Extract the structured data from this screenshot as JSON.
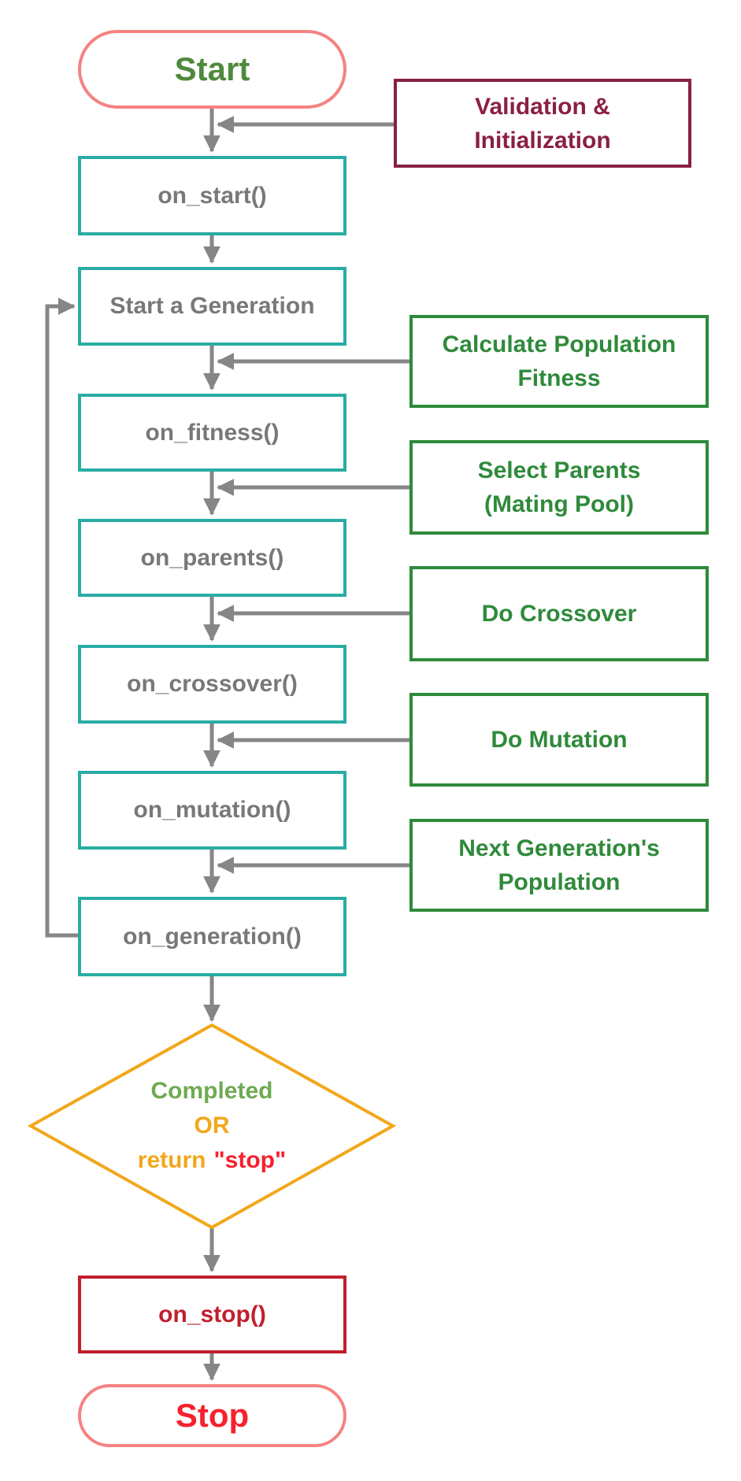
{
  "colors": {
    "teal_border": "#29ACA4",
    "gray_text": "#787878",
    "arrow_gray": "#868686",
    "pink_border": "#F58282",
    "green_text": "#4E8A3C",
    "green_box": "#2F8A3B",
    "maroon": "#8A1F45",
    "orange": "#F2A71B",
    "light_green": "#6FAA52",
    "red": "#F6212E",
    "crimson": "#C11F2E"
  },
  "nodes": {
    "start": {
      "label": "Start"
    },
    "on_start": {
      "label": "on_start()"
    },
    "start_generation": {
      "label": "Start a Generation"
    },
    "on_fitness": {
      "label": "on_fitness()"
    },
    "on_parents": {
      "label": "on_parents()"
    },
    "on_crossover": {
      "label": "on_crossover()"
    },
    "on_mutation": {
      "label": "on_mutation()"
    },
    "on_generation": {
      "label": "on_generation()"
    },
    "decision": {
      "line1": "Completed",
      "line2": "OR",
      "line3_prefix": "return",
      "line3_quoted": "\"stop\""
    },
    "on_stop": {
      "label": "on_stop()"
    },
    "stop": {
      "label": "Stop"
    }
  },
  "annotations": {
    "validation": {
      "line1": "Validation &",
      "line2": "Initialization"
    },
    "calc_fitness": {
      "line1": "Calculate Population",
      "line2": "Fitness"
    },
    "select_parents": {
      "line1": "Select Parents",
      "line2": "(Mating Pool)"
    },
    "do_crossover": {
      "label": "Do Crossover"
    },
    "do_mutation": {
      "label": "Do Mutation"
    },
    "next_generation": {
      "line1": "Next Generation's",
      "line2": "Population"
    }
  }
}
